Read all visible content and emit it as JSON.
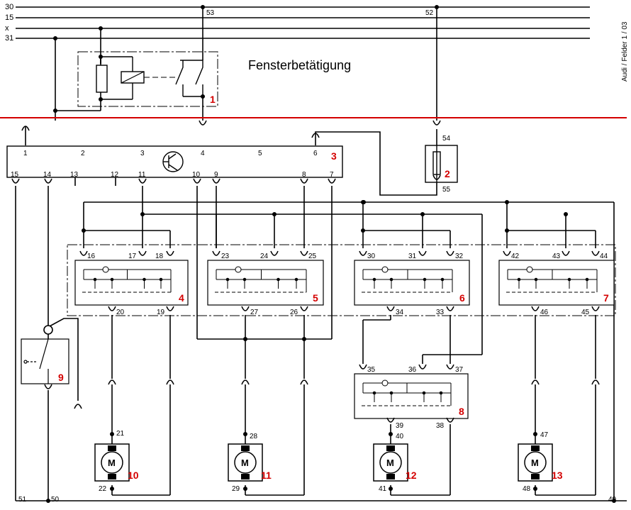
{
  "title": "Fensterbetätigung",
  "side_note": "Audi / Felder  1 / 03",
  "colors": {
    "ink": "#000000",
    "divider": "#d40000",
    "component_number": "#d40000",
    "dash": "#000000"
  },
  "rails": [
    "30",
    "15",
    "x",
    "31"
  ],
  "module_pins_top": [
    "1",
    "2",
    "3",
    "4",
    "5",
    "6"
  ],
  "module_pins_bottom": [
    "15",
    "14",
    "13",
    "12",
    "11",
    "10",
    "9",
    "8",
    "7"
  ],
  "components": [
    "1",
    "2",
    "3",
    "4",
    "5",
    "6",
    "7",
    "8",
    "9",
    "10",
    "11",
    "12",
    "13"
  ],
  "terminals": {
    "t16": "16",
    "t17": "17",
    "t18": "18",
    "t19": "19",
    "t20": "20",
    "t21": "21",
    "t22": "22",
    "t23": "23",
    "t24": "24",
    "t25": "25",
    "t26": "26",
    "t27": "27",
    "t28": "28",
    "t29": "29",
    "t30": "30",
    "t31": "31",
    "t32": "32",
    "t33": "33",
    "t34": "34",
    "t35": "35",
    "t36": "36",
    "t37": "37",
    "t38": "38",
    "t39": "39",
    "t40": "40",
    "t41": "41",
    "t42": "42",
    "t43": "43",
    "t44": "44",
    "t45": "45",
    "t46": "46",
    "t47": "47",
    "t48": "48",
    "t49": "49",
    "t50": "50",
    "t51": "51",
    "t52": "52",
    "t53": "53",
    "t54": "54",
    "t55": "55"
  },
  "motor_symbol": "M"
}
